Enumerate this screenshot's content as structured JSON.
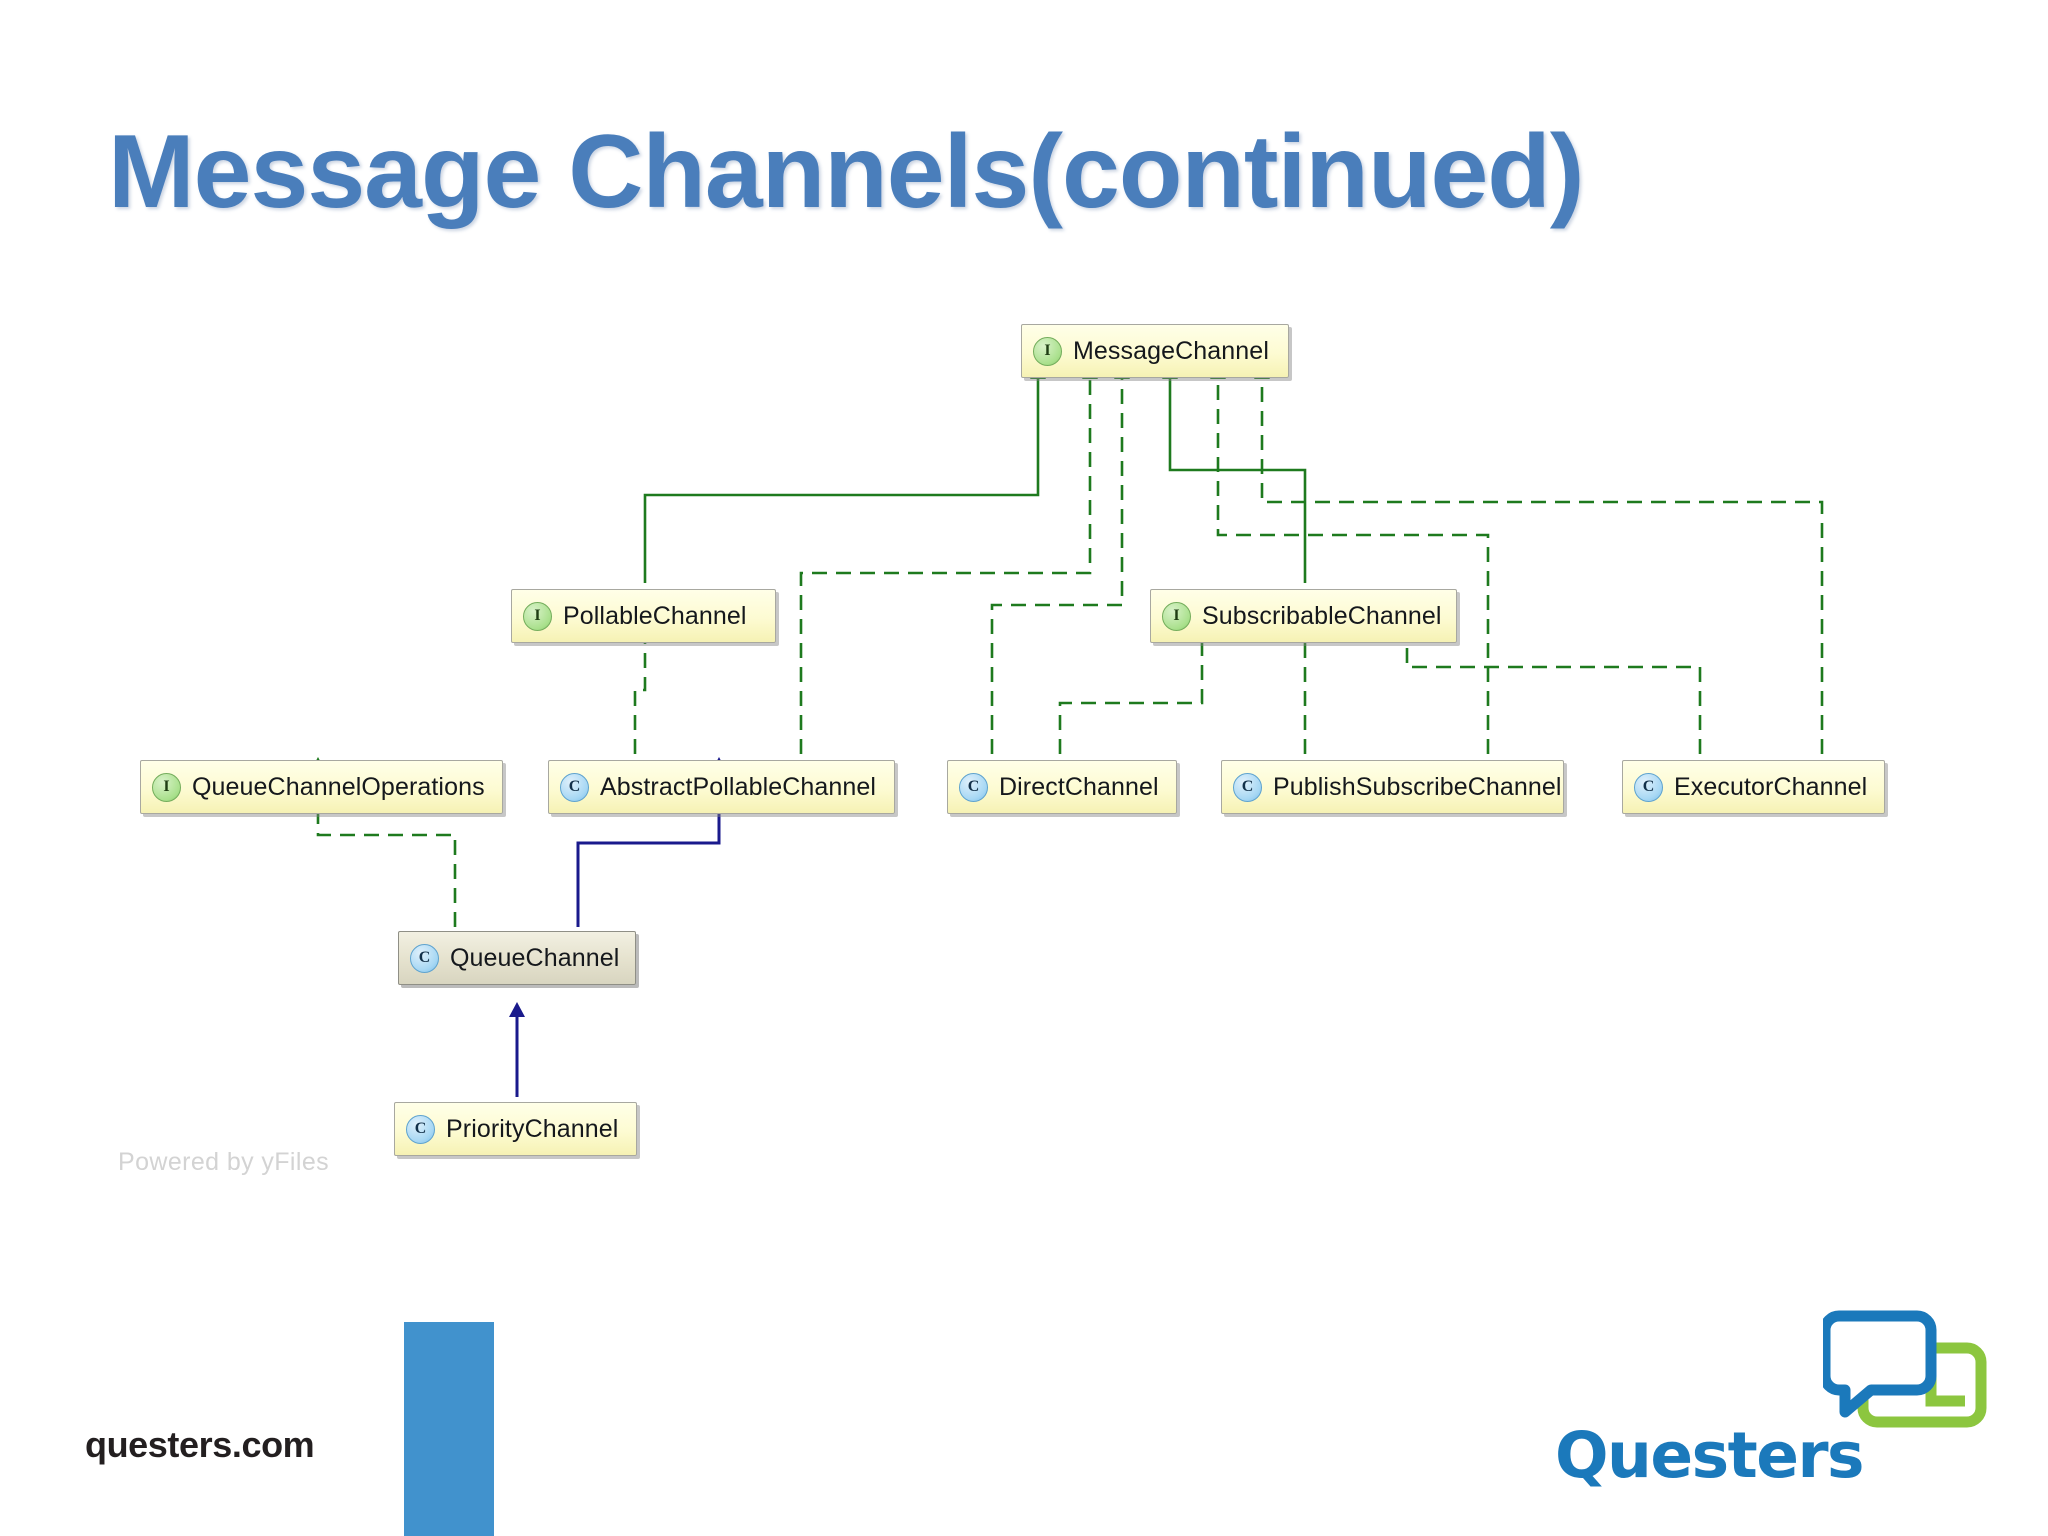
{
  "slide": {
    "title": "Message Channels(continued)",
    "title_color": "#4a7ebb",
    "background": "#ffffff"
  },
  "diagram": {
    "kind": "uml-class-hierarchy",
    "watermark": "Powered by yFiles",
    "legend": {
      "interface_icon": "I",
      "class_icon": "C",
      "abstract_class_icon": "C"
    },
    "colors": {
      "node_fill": "#fdfbd2",
      "node_border": "#a8a8a0",
      "selected_fill": "#e6e3cf",
      "implements_edge": "#1e7a1e",
      "extends_interface_edge": "#1e7a1e",
      "extends_class_edge": "#1a1a8c"
    },
    "nodes": [
      {
        "id": "MessageChannel",
        "label": "MessageChannel",
        "icon": "interface-icon",
        "kind": "interface",
        "selected": false
      },
      {
        "id": "PollableChannel",
        "label": "PollableChannel",
        "icon": "interface-icon",
        "kind": "interface",
        "selected": false
      },
      {
        "id": "SubscribableChannel",
        "label": "SubscribableChannel",
        "icon": "interface-icon",
        "kind": "interface",
        "selected": false
      },
      {
        "id": "QueueChannelOperations",
        "label": "QueueChannelOperations",
        "icon": "interface-icon",
        "kind": "interface",
        "selected": false
      },
      {
        "id": "AbstractPollableChannel",
        "label": "AbstractPollableChannel",
        "icon": "abstract-class-icon",
        "kind": "abstract-class",
        "selected": false
      },
      {
        "id": "DirectChannel",
        "label": "DirectChannel",
        "icon": "class-icon",
        "kind": "class",
        "selected": false
      },
      {
        "id": "PublishSubscribeChannel",
        "label": "PublishSubscribeChannel",
        "icon": "class-icon",
        "kind": "class",
        "selected": false
      },
      {
        "id": "ExecutorChannel",
        "label": "ExecutorChannel",
        "icon": "class-icon",
        "kind": "class",
        "selected": false
      },
      {
        "id": "QueueChannel",
        "label": "QueueChannel",
        "icon": "class-icon",
        "kind": "class",
        "selected": true
      },
      {
        "id": "PriorityChannel",
        "label": "PriorityChannel",
        "icon": "class-icon",
        "kind": "class",
        "selected": false
      }
    ],
    "edges": [
      {
        "from": "PollableChannel",
        "to": "MessageChannel",
        "style": "solid",
        "color": "#1e7a1e",
        "relation": "extends"
      },
      {
        "from": "AbstractPollableChannel",
        "to": "MessageChannel",
        "style": "dashed",
        "color": "#1e7a1e",
        "relation": "implements"
      },
      {
        "from": "DirectChannel",
        "to": "MessageChannel",
        "style": "dashed",
        "color": "#1e7a1e",
        "relation": "implements"
      },
      {
        "from": "SubscribableChannel",
        "to": "MessageChannel",
        "style": "solid",
        "color": "#1e7a1e",
        "relation": "extends"
      },
      {
        "from": "PublishSubscribeChannel",
        "to": "MessageChannel",
        "style": "dashed",
        "color": "#1e7a1e",
        "relation": "implements"
      },
      {
        "from": "ExecutorChannel",
        "to": "MessageChannel",
        "style": "dashed",
        "color": "#1e7a1e",
        "relation": "implements"
      },
      {
        "from": "AbstractPollableChannel",
        "to": "PollableChannel",
        "style": "dashed",
        "color": "#1e7a1e",
        "relation": "implements"
      },
      {
        "from": "DirectChannel",
        "to": "SubscribableChannel",
        "style": "dashed",
        "color": "#1e7a1e",
        "relation": "implements"
      },
      {
        "from": "PublishSubscribeChannel",
        "to": "SubscribableChannel",
        "style": "dashed",
        "color": "#1e7a1e",
        "relation": "implements"
      },
      {
        "from": "ExecutorChannel",
        "to": "SubscribableChannel",
        "style": "dashed",
        "color": "#1e7a1e",
        "relation": "implements"
      },
      {
        "from": "QueueChannel",
        "to": "QueueChannelOperations",
        "style": "dashed",
        "color": "#1e7a1e",
        "relation": "implements"
      },
      {
        "from": "QueueChannel",
        "to": "AbstractPollableChannel",
        "style": "solid",
        "color": "#1a1a8c",
        "relation": "extends"
      },
      {
        "from": "PriorityChannel",
        "to": "QueueChannel",
        "style": "solid",
        "color": "#1a1a8c",
        "relation": "extends"
      }
    ]
  },
  "footer": {
    "domain": "questers.com",
    "logo_word": "Questers",
    "accent_blue": "#4192cd",
    "logo_blue": "#1b79bb",
    "logo_green": "#8cc63f"
  }
}
